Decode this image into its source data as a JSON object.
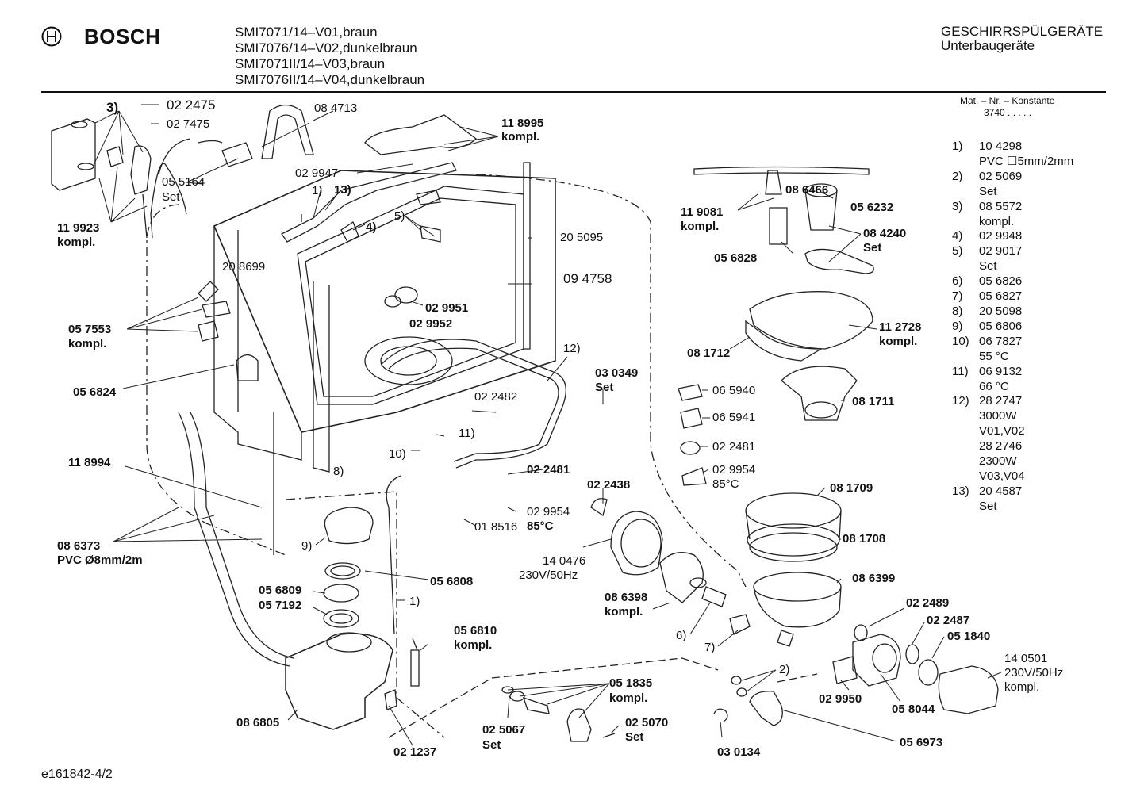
{
  "header": {
    "brand": "BOSCH",
    "models": [
      "SMI7071/14–V01,braun",
      "SMI7076/14–V02,dunkelbraun",
      "SMI7071II/14–V03,braun",
      "SMI7076II/14–V04,dunkelbraun"
    ],
    "category_line1": "GESCHIRRSPÜLGERÄTE",
    "category_line2": "Unterbaugeräte",
    "mat_nr_label": "Mat. – Nr. – Konstante",
    "mat_nr_value": "3740 . . . . ."
  },
  "legend": [
    {
      "num": "1)",
      "lines": [
        "10 4298",
        "PVC ☐5mm/2mm"
      ]
    },
    {
      "num": "2)",
      "lines": [
        "02 5069",
        "Set"
      ]
    },
    {
      "num": "3)",
      "lines": [
        "08 5572",
        "kompl."
      ]
    },
    {
      "num": "4)",
      "lines": [
        "02 9948"
      ]
    },
    {
      "num": "5)",
      "lines": [
        "02 9017",
        "Set"
      ]
    },
    {
      "num": "6)",
      "lines": [
        "05 6826"
      ]
    },
    {
      "num": "7)",
      "lines": [
        "05 6827"
      ]
    },
    {
      "num": "8)",
      "lines": [
        "20 5098"
      ]
    },
    {
      "num": "9)",
      "lines": [
        "05 6806"
      ]
    },
    {
      "num": "10)",
      "lines": [
        "06 7827",
        "55 °C"
      ]
    },
    {
      "num": "11)",
      "lines": [
        "06 9132",
        "66 °C"
      ]
    },
    {
      "num": "12)",
      "lines": [
        "28 2747",
        "3000W",
        "V01,V02",
        "28 2746",
        "2300W",
        "V03,V04"
      ]
    },
    {
      "num": "13)",
      "lines": [
        "20 4587",
        "Set"
      ]
    }
  ],
  "callouts": {
    "c3": "3)",
    "c022475": "02 2475",
    "c027475": "02 7475",
    "c084713": "08 4713",
    "c118995a": "11 8995",
    "c118995b": "kompl.",
    "c055164a": "05 5164",
    "c055164b": "Set",
    "c029947": "02 9947",
    "c1": "1)",
    "c13": "13)",
    "c5": "5)",
    "c4": "4)",
    "c119923a": "11 9923",
    "c119923b": "kompl.",
    "c208699": "20 8699",
    "c205095": "20 5095",
    "c094758": "09 4758",
    "c029951": "02 9951",
    "c029952": "02 9952",
    "c057553a": "05 7553",
    "c057553b": "kompl.",
    "c056824": "05 6824",
    "c12": "12)",
    "c030349a": "03 0349",
    "c030349b": "Set",
    "c022482": "02 2482",
    "c11": "11)",
    "c10": "10)",
    "c8": "8)",
    "c118994": "11 8994",
    "c022481": "02 2481",
    "c029954": "02 9954",
    "c85": "85°C",
    "c018516": "01 8516",
    "c022438": "02 2438",
    "c140476a": "14 0476",
    "c140476b": "230V/50Hz",
    "c086373a": "08 6373",
    "c086373b": "PVC Ø8mm/2m",
    "c9": "9)",
    "c056808": "05 6808",
    "c056809": "05 6809",
    "c057192": "05 7192",
    "c1b": "1)",
    "c056810a": "05 6810",
    "c056810b": "kompl.",
    "c086398a": "08 6398",
    "c086398b": "kompl.",
    "c6": "6)",
    "c7": "7)",
    "c119081a": "11 9081",
    "c119081b": "kompl.",
    "c086466": "08 6466",
    "c056232": "05 6232",
    "c084240a": "08 4240",
    "c084240b": "Set",
    "c056828": "05 6828",
    "c112728a": "11 2728",
    "c112728b": "kompl.",
    "c081712": "08 1712",
    "c065940": "06 5940",
    "c065941": "06 5941",
    "c081711": "08 1711",
    "c022481b": "02 2481",
    "c029954b": "02 9954",
    "c85b": "85°C",
    "c081709": "08 1709",
    "c081708": "08 1708",
    "c086399": "08 6399",
    "c022489": "02 2489",
    "c022487": "02 2487",
    "c051840": "05 1840",
    "c140501a": "14 0501",
    "c140501b": "230V/50Hz",
    "c140501c": "kompl.",
    "c2": "2)",
    "c029950": "02 9950",
    "c058044": "05 8044",
    "c056973": "05 6973",
    "c030134": "03 0134",
    "c086805": "08 6805",
    "c021237": "02 1237",
    "c051835a": "05 1835",
    "c051835b": "kompl.",
    "c025067a": "02 5067",
    "c025067b": "Set",
    "c025070a": "02 5070",
    "c025070b": "Set"
  },
  "footer": "e161842-4/2"
}
